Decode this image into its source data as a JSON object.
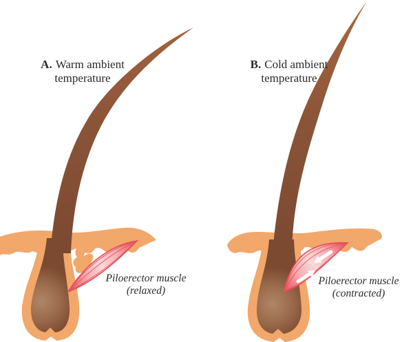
{
  "figure": {
    "panels": [
      {
        "letter": "A.",
        "title_line1": "Warm ambient",
        "title_line2": "temperature",
        "muscle_line1": "Piloerector muscle",
        "muscle_line2": "(relaxed)"
      },
      {
        "letter": "B.",
        "title_line1": "Cold ambient",
        "title_line2": "temperature",
        "muscle_line1": "Piloerector muscle",
        "muscle_line2": "(contracted)"
      }
    ]
  },
  "colors": {
    "background": "#ffffff",
    "skin": "#F2A76B",
    "hair_dark": "#7A4830",
    "hair_mid": "#8A5438",
    "hair_light": "#A5643E",
    "hair_root": "#7B4A31",
    "bulb_mid": "#9B6C4C",
    "bulb_highlight": "#AE8668",
    "muscle_red": "#E84850",
    "muscle_pink": "#F6AEB2",
    "muscle_light": "#FBD9DA",
    "muscle_stroke": "#E2555D",
    "arrow": "#FFFFFF"
  }
}
